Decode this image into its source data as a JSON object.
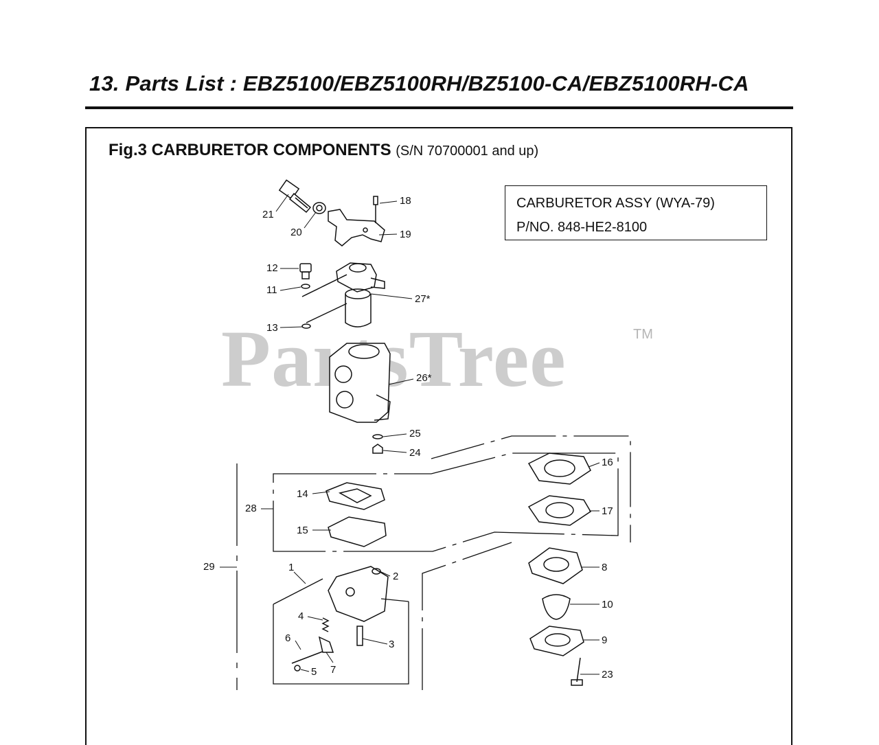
{
  "page_title": "13. Parts List : EBZ5100/EBZ5100RH/BZ5100-CA/EBZ5100RH-CA",
  "figure": {
    "title": "Fig.3 CARBURETOR COMPONENTS",
    "subtitle": "(S/N 70700001  and up)"
  },
  "assembly_box": {
    "line1": "CARBURETOR ASSY (WYA-79)",
    "line2": "P/NO. 848-HE2-8100"
  },
  "watermark": {
    "text": "PartsTree",
    "tm": "TM"
  },
  "callouts": {
    "c1": "1",
    "c2": "2",
    "c3": "3",
    "c4": "4",
    "c5": "5",
    "c6": "6",
    "c7": "7",
    "c8": "8",
    "c9": "9",
    "c10": "10",
    "c11": "11",
    "c12": "12",
    "c13": "13",
    "c14": "14",
    "c15": "15",
    "c16": "16",
    "c17": "17",
    "c18": "18",
    "c19": "19",
    "c20": "20",
    "c21": "21",
    "c23": "23",
    "c24": "24",
    "c25": "25",
    "c26": "26*",
    "c27": "27*",
    "c28": "28",
    "c29": "29"
  }
}
